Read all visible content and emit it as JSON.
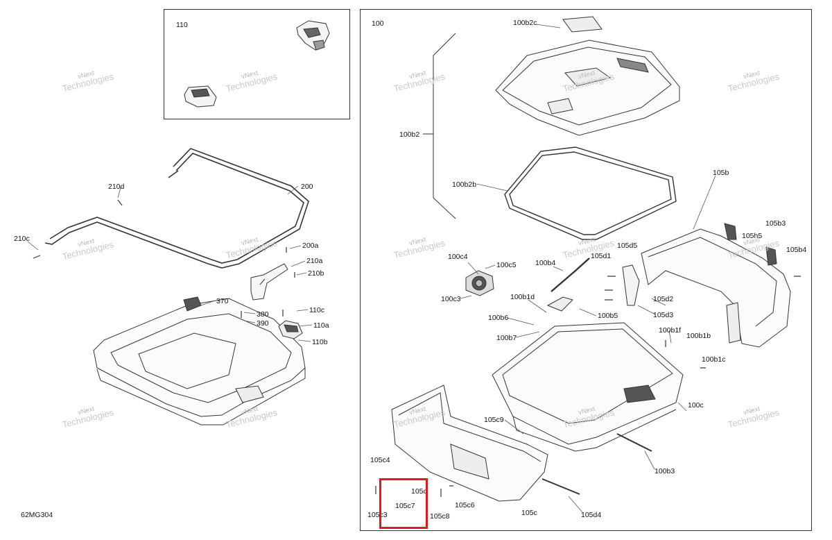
{
  "diagram_code": "62MG304",
  "highlight_color": "#e11b1b",
  "watermark": {
    "line1": "vNext",
    "line2": "Technologies"
  },
  "inset_panel": {
    "label": "110"
  },
  "main_panel": {
    "label": "100"
  },
  "labels": {
    "l_110": "110",
    "l_200": "200",
    "l_210d": "210d",
    "l_210c": "210c",
    "l_200a": "200a",
    "l_210a": "210a",
    "l_210b": "210b",
    "l_370": "370",
    "l_380": "380",
    "l_390": "390",
    "l_110c": "110c",
    "l_110a": "110a",
    "l_110b": "110b",
    "l_100": "100",
    "l_100b2c": "100b2c",
    "l_100b2": "100b2",
    "l_100b2b": "100b2b",
    "l_105b": "105b",
    "l_105b3": "105b3",
    "l_105h5": "105h5",
    "l_105b4": "105b4",
    "l_105d5": "105d5",
    "l_105d1": "105d1",
    "l_105d2": "105d2",
    "l_105d3": "105d3",
    "l_100c4": "100c4",
    "l_100c5": "100c5",
    "l_100b4": "100b4",
    "l_100c3": "100c3",
    "l_100b1d": "100b1d",
    "l_100b5": "100b5",
    "l_100b6": "100b6",
    "l_100b7": "100b7",
    "l_100b1f": "100b1f",
    "l_100b1b": "100b1b",
    "l_100b1c": "100b1c",
    "l_100c": "100c",
    "l_105c9": "105c9",
    "l_105c4": "105c4",
    "l_105c_a": "105c",
    "l_105c7": "105c7",
    "l_105c3": "105c3",
    "l_105c8": "105c8",
    "l_105c6": "105c6",
    "l_105c_b": "105c",
    "l_100b3": "100b3",
    "l_105d4": "105d4"
  }
}
